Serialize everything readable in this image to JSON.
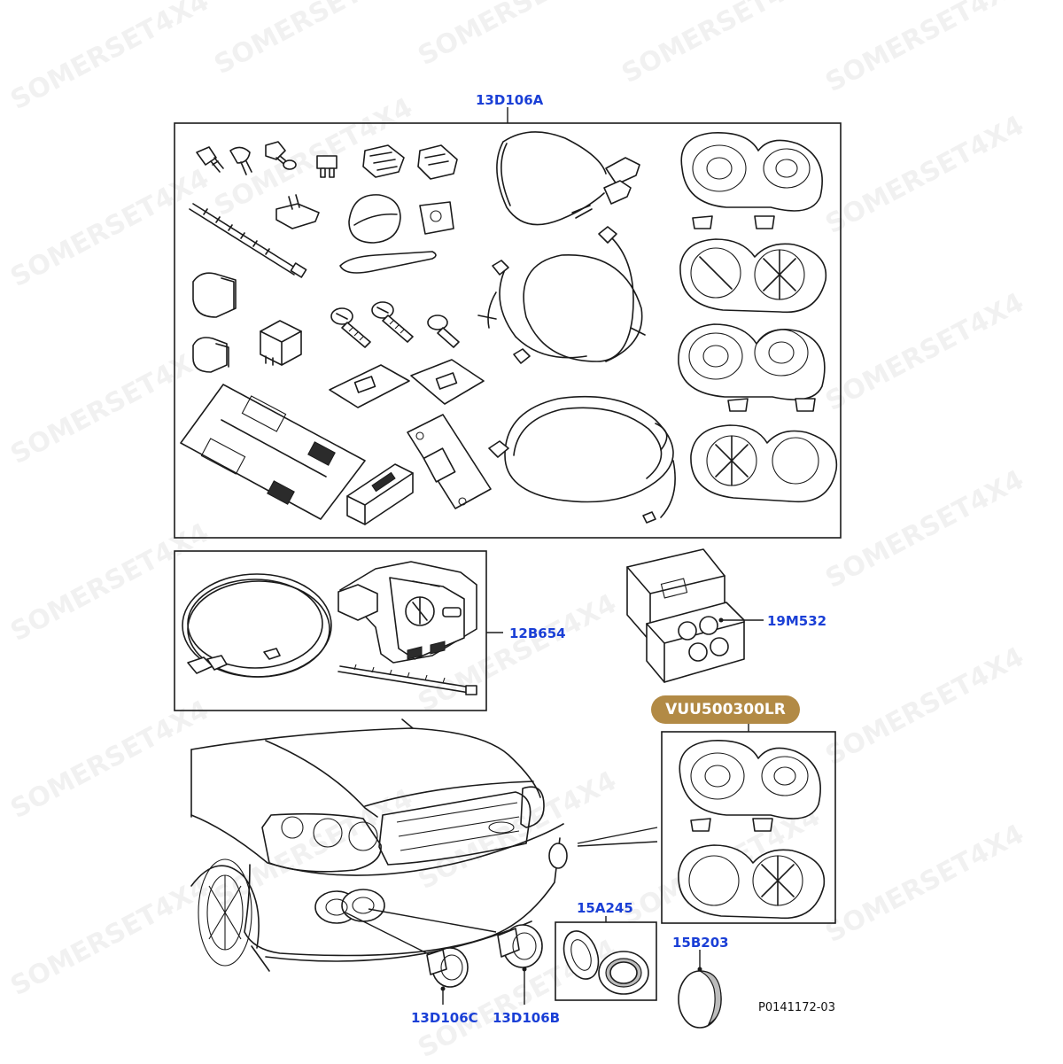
{
  "watermark": "SOMERSET4X4",
  "figure_id": "P0141172-03",
  "callouts": {
    "kit_main": "13D106A",
    "harness_switch": "12B654",
    "bulb_kit": "19M532",
    "highlighted_part": "VUU500300LR",
    "bezel": "15A245",
    "cap": "15B203",
    "lamp_c": "13D106C",
    "lamp_b": "13D106B"
  }
}
